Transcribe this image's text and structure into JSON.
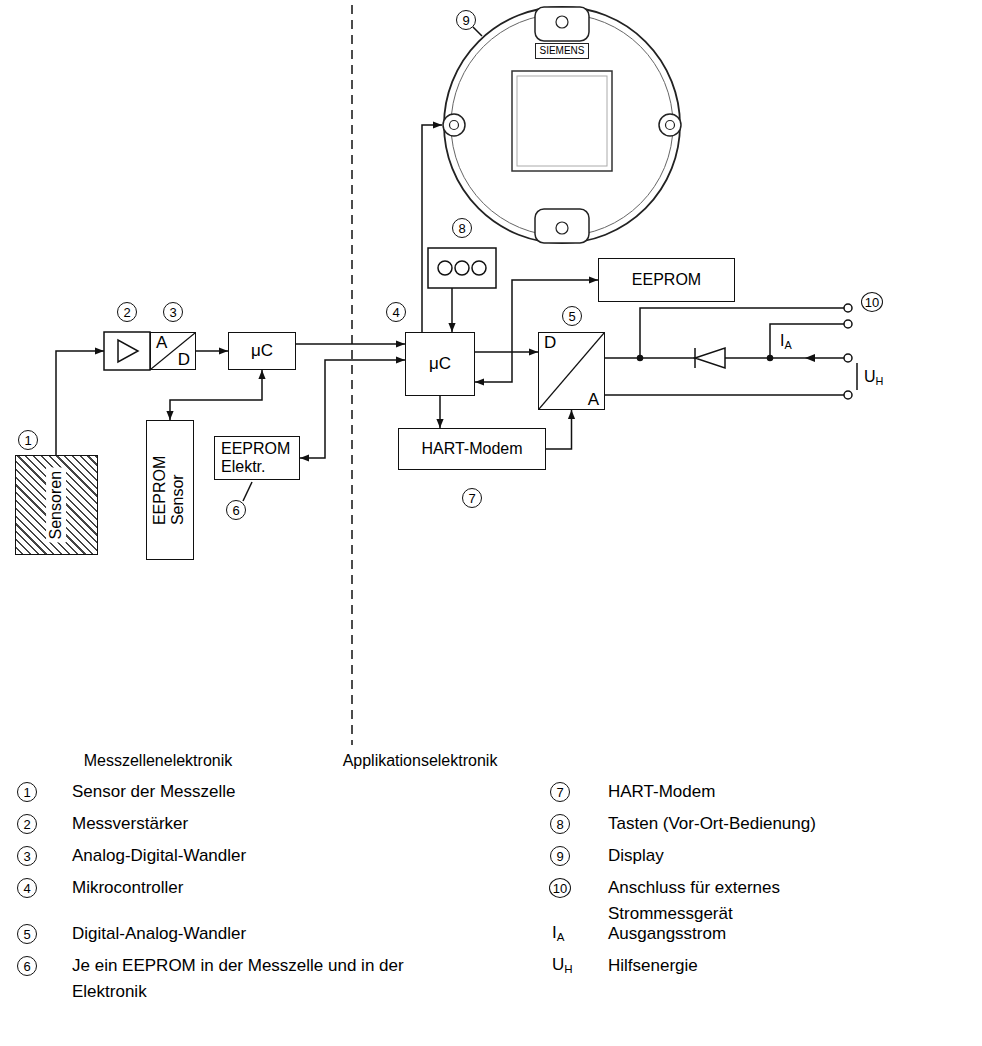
{
  "diagram": {
    "nodes": [
      {
        "text": [
          "SIEMENS"
        ]
      },
      {
        "text": [
          "EEPROM"
        ]
      },
      {
        "text": [
          "A",
          "D"
        ]
      },
      {
        "text": [
          "μC"
        ]
      },
      {
        "text": [
          "μC"
        ]
      },
      {
        "text": [
          "D",
          "A"
        ]
      },
      {
        "text": [
          "HART-Modem"
        ]
      },
      {
        "text": [
          "Sensoren"
        ]
      },
      {
        "text": [
          "EEPROM Sensor"
        ]
      },
      {
        "text": [
          "EEPROM Elektr."
        ]
      }
    ],
    "edges": [
      {
        "from": 2,
        "to": 3,
        "arrow": "to"
      },
      {
        "from": 3,
        "to": 4,
        "arrow": "to"
      },
      {
        "from": 8,
        "to": 3,
        "arrow": "both"
      },
      {
        "from": 9,
        "to": 4,
        "arrow": "both"
      },
      {
        "from": 4,
        "to": 0,
        "arrow": "to"
      },
      {
        "from": 4,
        "to": 1,
        "arrow": "both"
      },
      {
        "from": 4,
        "to": 5,
        "arrow": "to"
      },
      {
        "from": 4,
        "to": 6,
        "arrow": "to"
      },
      {
        "from": 6,
        "to": 5,
        "arrow": "to"
      }
    ],
    "labels": [
      "1",
      "2",
      "3",
      "4",
      "5",
      "6",
      "7",
      "8",
      "9",
      "10",
      "IA",
      "UH",
      "Messzellenelektronik",
      "Applikationselektronik",
      "1",
      "Sensor der Messzelle",
      "2",
      "Messverstärker",
      "3",
      "Analog-Digital-Wandler",
      "4",
      "Mikrocontroller",
      "5",
      "Digital-Analog-Wandler",
      "6",
      "Je ein EEPROM in der Messzelle und in der Elektronik",
      "7",
      "HART-Modem",
      "8",
      "Tasten (Vor-Ort-Bedienung)",
      "9",
      "Display",
      "10",
      "Anschluss für externes Strommessgerät",
      "IA",
      "Ausgangsstrom",
      "UH",
      "Hilfsenergie"
    ]
  }
}
